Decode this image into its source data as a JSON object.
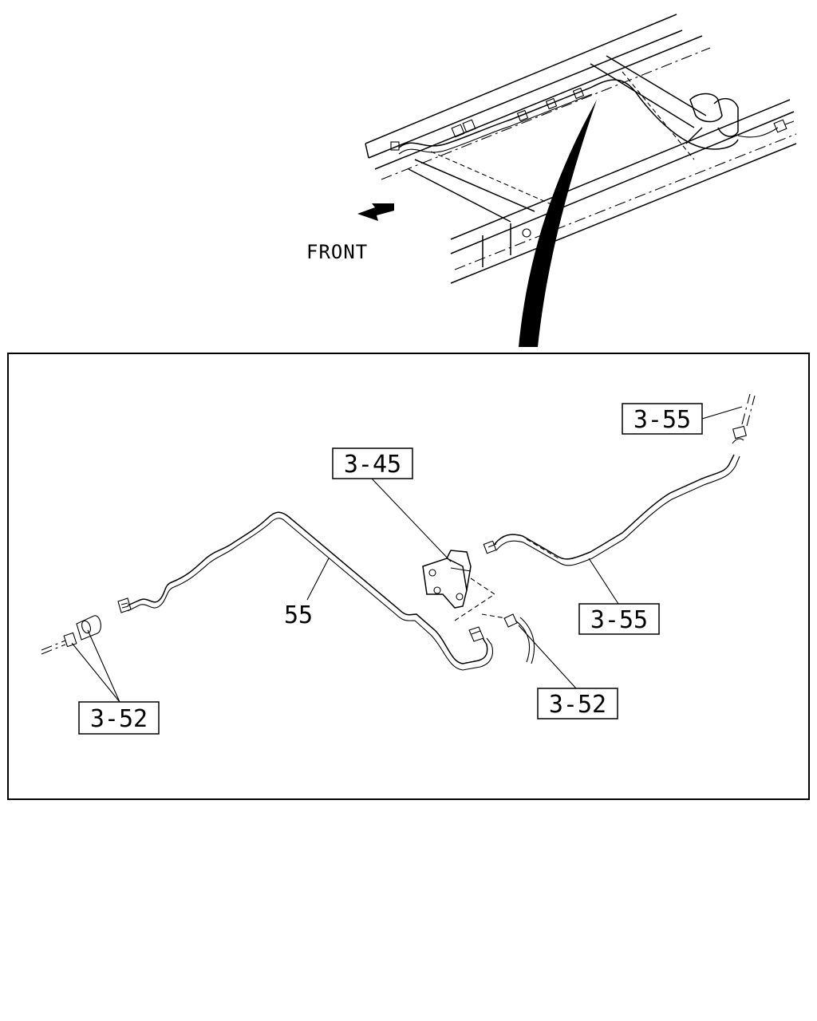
{
  "overview": {
    "direction_label": "FRONT",
    "direction_icon": "arrow-front-icon"
  },
  "detail": {
    "callouts": {
      "c355_top": "3-55",
      "c345": "3-45",
      "c355_right": "3-55",
      "c352_right": "3-52",
      "c352_left": "3-52"
    },
    "part_number": "55"
  },
  "colors": {
    "line": "#000000",
    "background": "#ffffff"
  }
}
